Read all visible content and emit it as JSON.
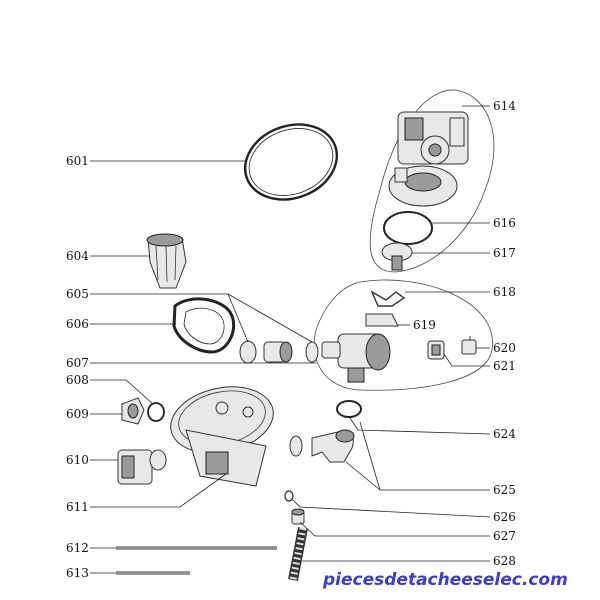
{
  "diagram": {
    "part_labels": [
      "601",
      "604",
      "605",
      "606",
      "607",
      "608",
      "609",
      "610",
      "611",
      "612",
      "613",
      "614",
      "616",
      "617",
      "618",
      "619",
      "620",
      "621",
      "624",
      "625",
      "626",
      "627",
      "628"
    ],
    "watermark": "piecesdetacheeselec.com"
  }
}
